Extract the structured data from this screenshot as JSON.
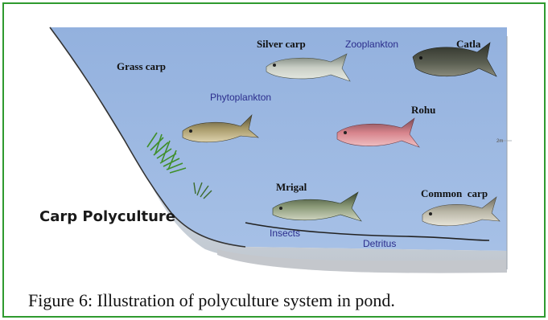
{
  "diagram": {
    "title": "Carp Polyculture",
    "fish": {
      "grass_carp": "Grass carp",
      "silver_carp": "Silver carp",
      "catla": "Catla",
      "rohu": "Rohu",
      "mrigal": "Mrigal",
      "common_carp": "Common  carp"
    },
    "food": {
      "zooplankton": "Zooplankton",
      "phytoplankton": "Phytoplankton",
      "insects": "Insects",
      "detritus": "Detritus"
    },
    "scale_label": "2m"
  },
  "caption": "Figure 6: Illustration of polyculture system in pond.",
  "colors": {
    "frame_border": "#2f9a2f",
    "water": "#9bb7e0",
    "bank_outline": "#333333"
  }
}
